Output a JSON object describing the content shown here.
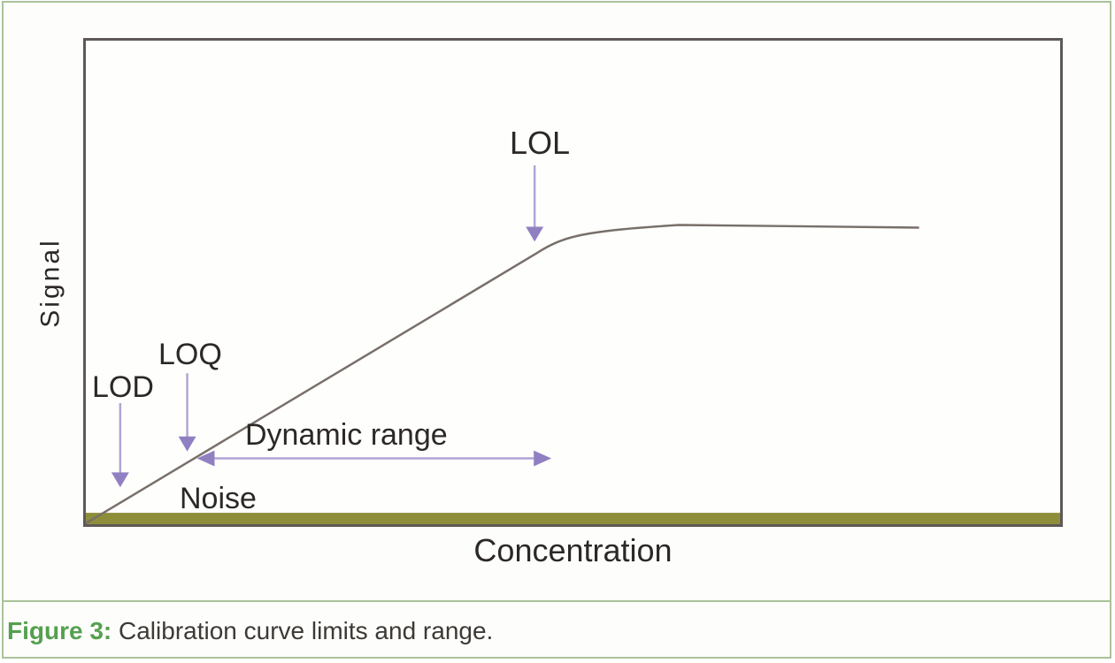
{
  "figure": {
    "caption": {
      "label": "Figure 3:",
      "text": " Calibration curve limits and range."
    }
  },
  "chart": {
    "y_axis_label": "Signal",
    "x_axis_label": "Concentration",
    "annotations": {
      "lod": "LOD",
      "loq": "LOQ",
      "lol": "LOL",
      "noise": "Noise",
      "dynamic_range": "Dynamic range"
    }
  },
  "colors": {
    "frame_green": "#a9c399",
    "figure_label_green": "#55a04f",
    "axis_gray": "#5e5957",
    "curve_gray": "#786f6a",
    "noise_band_olive": "#8e8e3a",
    "arrow_purple": "#9080c2",
    "arrow_shaft_purple": "#b2a4d6",
    "text_dark": "#2b2826"
  },
  "chart_data": {
    "type": "line",
    "title": "",
    "xlabel": "Concentration",
    "ylabel": "Signal",
    "x_ticks": [],
    "y_ticks": [],
    "grid": false,
    "legend": false,
    "series": [
      {
        "name": "calibration curve",
        "description": "Signal rises linearly with concentration from the origin, then rolls off above LOL to a flat plateau (saturation).",
        "points_fraction_of_axes": [
          [
            0.0,
            0.0
          ],
          [
            0.466,
            0.564
          ],
          [
            0.609,
            0.619
          ],
          [
            0.855,
            0.613
          ]
        ]
      }
    ],
    "annotations": [
      {
        "label": "LOD",
        "type": "down-arrow",
        "x_fraction": 0.035,
        "meaning": "limit of detection"
      },
      {
        "label": "LOQ",
        "type": "down-arrow",
        "x_fraction": 0.104,
        "meaning": "limit of quantitation"
      },
      {
        "label": "LOL",
        "type": "down-arrow",
        "x_fraction": 0.462,
        "meaning": "limit of linearity"
      },
      {
        "label": "Dynamic range",
        "type": "double-headed-horizontal-arrow",
        "x_from_fraction": 0.115,
        "x_to_fraction": 0.478
      },
      {
        "label": "Noise",
        "type": "band",
        "position": "bottom of plot, olive horizontal band along x-axis"
      }
    ]
  }
}
